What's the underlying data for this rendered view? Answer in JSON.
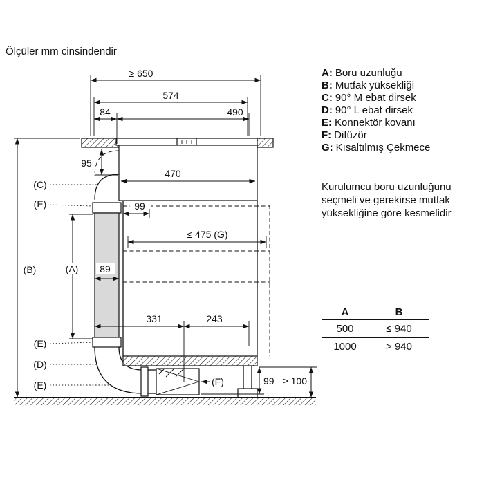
{
  "note_units": "Ölçüler mm cinsindendir",
  "diagram": {
    "dim_650": "≥ 650",
    "dim_574": "574",
    "dim_84": "84",
    "dim_490": "490",
    "dim_95": "95",
    "dim_470": "470",
    "dim_99_upper": "99",
    "dim_475": "≤ 475 (G)",
    "dim_89": "89",
    "dim_331": "331",
    "dim_243": "243",
    "dim_99_lower": "99",
    "dim_100": "≥ 100",
    "label_a": "(A)",
    "label_b": "(B)",
    "label_c": "(C)",
    "label_d": "(D)",
    "label_e_upper": "(E)",
    "label_e_mid": "(E)",
    "label_e_lower": "(E)",
    "label_f": "(F)"
  },
  "legend": {
    "items": [
      {
        "key": "A:",
        "label": "Boru uzunluğu"
      },
      {
        "key": "B:",
        "label": "Mutfak yüksekliği"
      },
      {
        "key": "C:",
        "label": "90° M ebat dirsek"
      },
      {
        "key": "D:",
        "label": "90° L ebat dirsek"
      },
      {
        "key": "E:",
        "label": "Konnektör kovanı"
      },
      {
        "key": "F:",
        "label": "Difüzör"
      },
      {
        "key": "G:",
        "label": "Kısaltılmış Çekmece"
      }
    ]
  },
  "installer_note": "Kurulumcu boru uzunluğunu seçmeli ve gerekirse mutfak yüksekliğine göre kesmelidir",
  "table": {
    "headers": [
      "A",
      "B"
    ],
    "rows": [
      [
        "500",
        "≤ 940"
      ],
      [
        "1000",
        "> 940"
      ]
    ]
  },
  "colors": {
    "line": "#111111",
    "duct_fill": "#d9d9d9",
    "background": "#ffffff"
  }
}
